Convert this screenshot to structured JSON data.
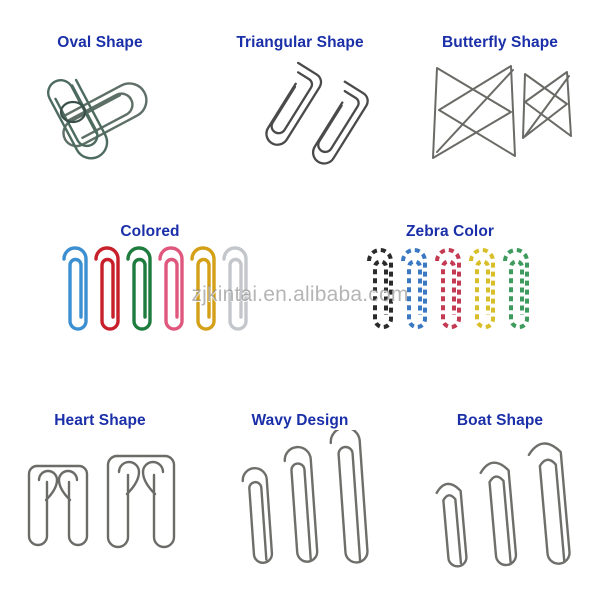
{
  "page": {
    "background_color": "#ffffff",
    "caption_color": "#1a2fa8",
    "watermark": "zjkintai.en.alibaba.com"
  },
  "rows": [
    {
      "cells": [
        {
          "caption": "Oval Shape",
          "art": "oval-paper-clips",
          "clip_count": 2,
          "finish": "silver-green"
        },
        {
          "caption": "Triangular Shape",
          "art": "triangular-paper-clips",
          "clip_count": 2,
          "finish": "silver"
        },
        {
          "caption": "Butterfly Shape",
          "art": "butterfly-paper-clips",
          "clip_count": 2,
          "finish": "silver"
        }
      ]
    },
    {
      "cells": [
        {
          "caption": "Colored",
          "art": "colored-paper-clips",
          "clip_count": 6,
          "finish": "assorted"
        },
        {
          "caption": "Zebra Color",
          "art": "zebra-color-paper-clips",
          "clip_count": 5,
          "finish": "striped"
        }
      ]
    },
    {
      "cells": [
        {
          "caption": "Heart Shape",
          "art": "heart-paper-clips",
          "clip_count": 2,
          "finish": "silver"
        },
        {
          "caption": "Wavy Design",
          "art": "wavy-paper-clips",
          "clip_count": 3,
          "finish": "silver"
        },
        {
          "caption": "Boat Shape",
          "art": "boat-paper-clips",
          "clip_count": 3,
          "finish": "silver"
        }
      ]
    }
  ],
  "colored_swatches": [
    {
      "name": "blue",
      "hex": "#3c8fd0"
    },
    {
      "name": "red",
      "hex": "#c7202b"
    },
    {
      "name": "green",
      "hex": "#1d7c3e"
    },
    {
      "name": "pink",
      "hex": "#e0577d"
    },
    {
      "name": "gold",
      "hex": "#d4a017"
    },
    {
      "name": "silver",
      "hex": "#c9ccd1"
    }
  ],
  "zebra_swatches": [
    {
      "name": "black",
      "hex": "#2b2b2b"
    },
    {
      "name": "blue",
      "hex": "#3a78c2"
    },
    {
      "name": "red",
      "hex": "#c43a52"
    },
    {
      "name": "yellow",
      "hex": "#d8bf2a"
    },
    {
      "name": "green",
      "hex": "#3f9a5e"
    }
  ]
}
